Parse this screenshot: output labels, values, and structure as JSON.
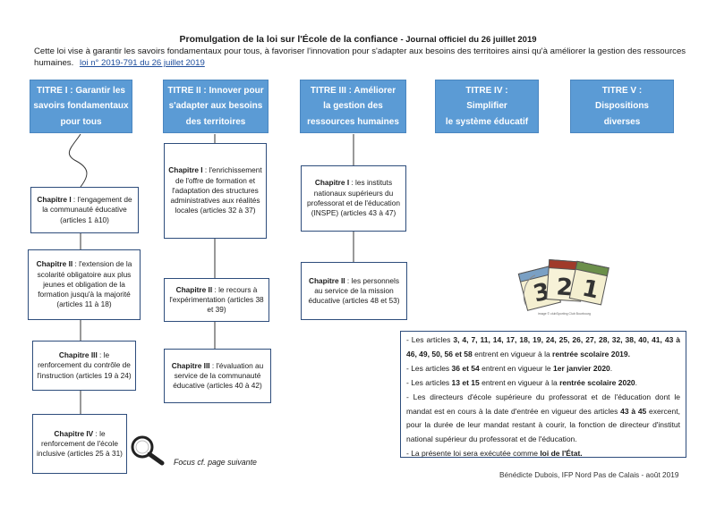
{
  "header": {
    "title": "Promulgation de la loi sur l'École de la confiance",
    "subtitle": "- Journal officiel du 26 juillet 2019"
  },
  "intro": {
    "text": "Cette loi vise à garantir les savoirs fondamentaux pour tous, à favoriser l'innovation pour s'adapter aux besoins des territoires ainsi qu'à améliorer la gestion des ressources humaines.",
    "link": "loi n° 2019-791 du 26 juillet 2019"
  },
  "titres": [
    {
      "label": "TITRE I : Garantir les\nsavoirs fondamentaux\npour tous"
    },
    {
      "label": "TITRE II : Innover pour\ns'adapter aux besoins\ndes territoires"
    },
    {
      "label": "TITRE III : Améliorer\nla gestion des\nressources humaines"
    },
    {
      "label": "TITRE IV :\nSimplifier\nle système éducatif"
    },
    {
      "label": "TITRE V :\nDispositions\ndiverses"
    }
  ],
  "titre1": [
    {
      "head": "Chapitre I",
      "text": " : l'engagement de la communauté éducative (articles 1 à10)"
    },
    {
      "head": "Chapitre II",
      "text": " : l'extension de la scolarité obligatoire aux plus jeunes et obligation de la formation jusqu'à la majorité (articles 11 à 18)"
    },
    {
      "head": "Chapitre III",
      "text": " : le renforcement du contrôle de l'instruction (articles 19 à 24)"
    },
    {
      "head": "Chapitre IV",
      "text": " : le renforcement de l'école inclusive (articles 25 à 31)"
    }
  ],
  "titre2": [
    {
      "head": "Chapitre I",
      "text": " : l'enrichissement de l'offre de formation et l'adaptation des structures administratives aux réalités locales (articles 32 à 37)"
    },
    {
      "head": "Chapitre II",
      "text": " : le recours à l'expérimentation (articles 38 et 39)"
    },
    {
      "head": "Chapitre III",
      "text": " : l'évaluation au service de la communauté éducative (articles 40 à 42)"
    }
  ],
  "titre3": [
    {
      "head": "Chapitre I",
      "text": " : les instituts nationaux supérieurs du professorat et de l'éducation (INSPE) (articles 43 à 47)"
    },
    {
      "head": "Chapitre II",
      "text": " : les personnels au service de la mission éducative (articles 48 et 53)"
    }
  ],
  "dispositions": {
    "p1_a": "- Les articles ",
    "p1_b": "3, 4, 7, 11, 14, 17, 18, 19, 24, 25, 26, 27, 28, 32, 38, 40, 41, 43 à 46, 49, 50, 56 et 58",
    "p1_c": " entrent en vigueur à la ",
    "p1_d": "rentrée scolaire 2019.",
    "p2_a": "- Les articles ",
    "p2_b": "36 et 54",
    "p2_c": " entrent en vigueur le ",
    "p2_d": "1er janvier 2020",
    "p2_e": ".",
    "p3_a": "- Les articles ",
    "p3_b": "13 et 15",
    "p3_c": " entrent en vigueur à la ",
    "p3_d": "rentrée scolaire 2020",
    "p3_e": ".",
    "p4_a": "- Les directeurs d'école supérieure du professorat et de l'éducation dont le mandat est en cours à la date d'entrée en vigueur des articles ",
    "p4_b": "43 à 45",
    "p4_c": " exercent, pour la durée de leur mandat restant à courir, la fonction de directeur d'institut national supérieur du professorat et de l'éducation.",
    "p5_a": "- La présente loi sera exécutée comme ",
    "p5_b": "loi de l'État."
  },
  "focus": "Focus cf. page suivante",
  "image_credit": "image © clubSporting Club Bourbourg",
  "footer": "Bénédicte Dubois, IFP Nord Pas de Calais - août 2019",
  "icons": {
    "calendar": "calendar-icon",
    "magnifier": "magnifying-glass-icon"
  },
  "colors": {
    "titre_bg": "#5b9bd5",
    "box_border": "#2e4d7c",
    "link": "#1f4e9c"
  }
}
